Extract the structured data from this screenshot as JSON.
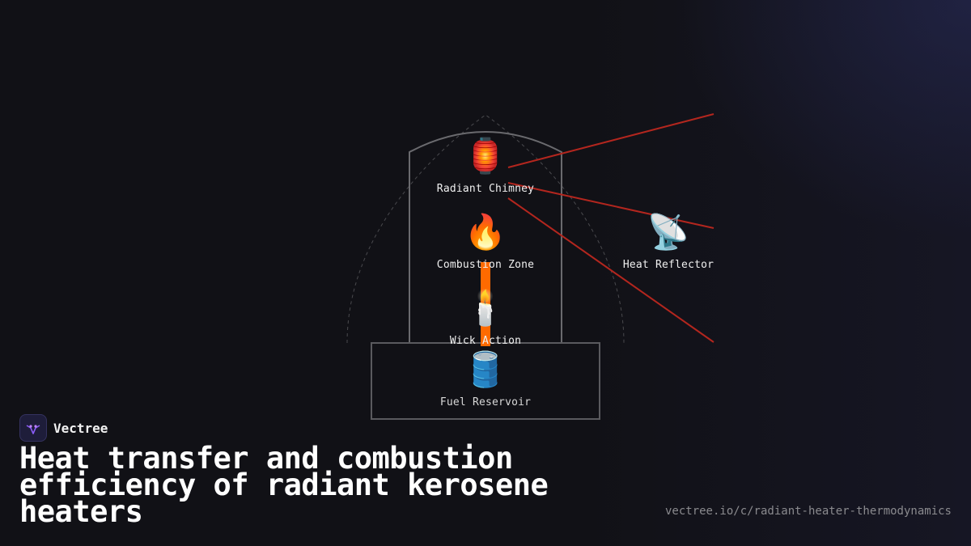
{
  "brand": {
    "name": "Vectree"
  },
  "headline": "Heat transfer and combustion efficiency of radiant kerosene heaters",
  "url": "vectree.io/c/radiant-heater-thermodynamics",
  "diagram": {
    "nodes": {
      "chimney": {
        "icon": "lantern-icon",
        "emoji": "🏮",
        "label": "Radiant Chimney"
      },
      "combustion": {
        "icon": "fire-icon",
        "emoji": "🔥",
        "label": "Combustion Zone"
      },
      "wick": {
        "icon": "candle-icon",
        "emoji": "🕯️",
        "label": "Wick Action"
      },
      "reservoir": {
        "icon": "oil-drum-icon",
        "emoji": "🛢️",
        "label": "Fuel Reservoir"
      },
      "reflector": {
        "icon": "satellite-dish-icon",
        "emoji": "📡",
        "label": "Heat Reflector"
      }
    }
  },
  "colors": {
    "background": "#111116",
    "ray": "#b3261e",
    "outline": "#5a5a5e",
    "wick_bar": "#ff6a00"
  }
}
